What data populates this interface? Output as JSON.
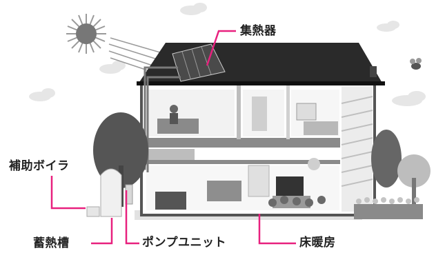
{
  "labels": {
    "collector": "集熱器",
    "aux_boiler": "補助ボイラ",
    "storage_tank": "蓄熱槽",
    "pump_unit": "ポンプユニット",
    "floor_heating": "床暖房"
  },
  "colors": {
    "leader_line": "#e8207e",
    "label_text": "#222222",
    "roof": "#2a2a2a",
    "wall": "#ffffff",
    "outline": "#555555",
    "ground": "#d9d9d9",
    "cloud": "#e8e8e8"
  }
}
